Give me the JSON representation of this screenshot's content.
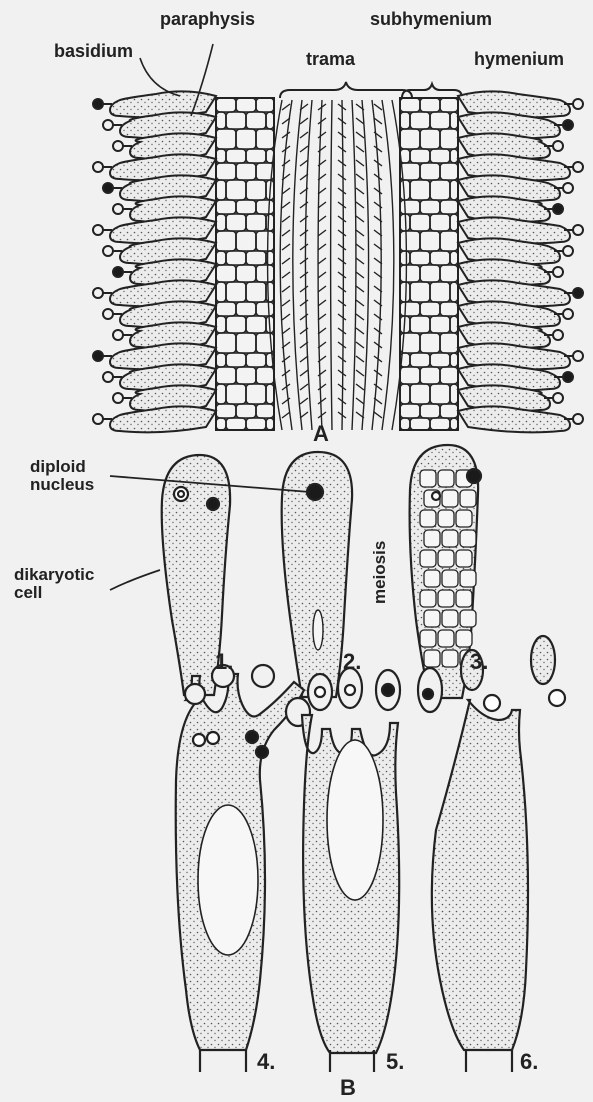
{
  "labels": {
    "basidium": "basidium",
    "paraphysis": "paraphysis",
    "subhymenium": "subhymenium",
    "trama": "trama",
    "hymenium": "hymenium",
    "panel_a": "A",
    "panel_b": "B",
    "diploid_nucleus_line1": "diploid",
    "diploid_nucleus_line2": "nucleus",
    "dikaryotic_line1": "dikaryotic",
    "dikaryotic_line2": "cell",
    "meiosis": "meiosis"
  },
  "stages": [
    "1.",
    "2.",
    "3.",
    "4.",
    "5.",
    "6."
  ],
  "colors": {
    "background": "#f1f1f1",
    "ink": "#222222",
    "cell_fill": "#e6e6e6",
    "nucleus": "#1a1a1a"
  }
}
